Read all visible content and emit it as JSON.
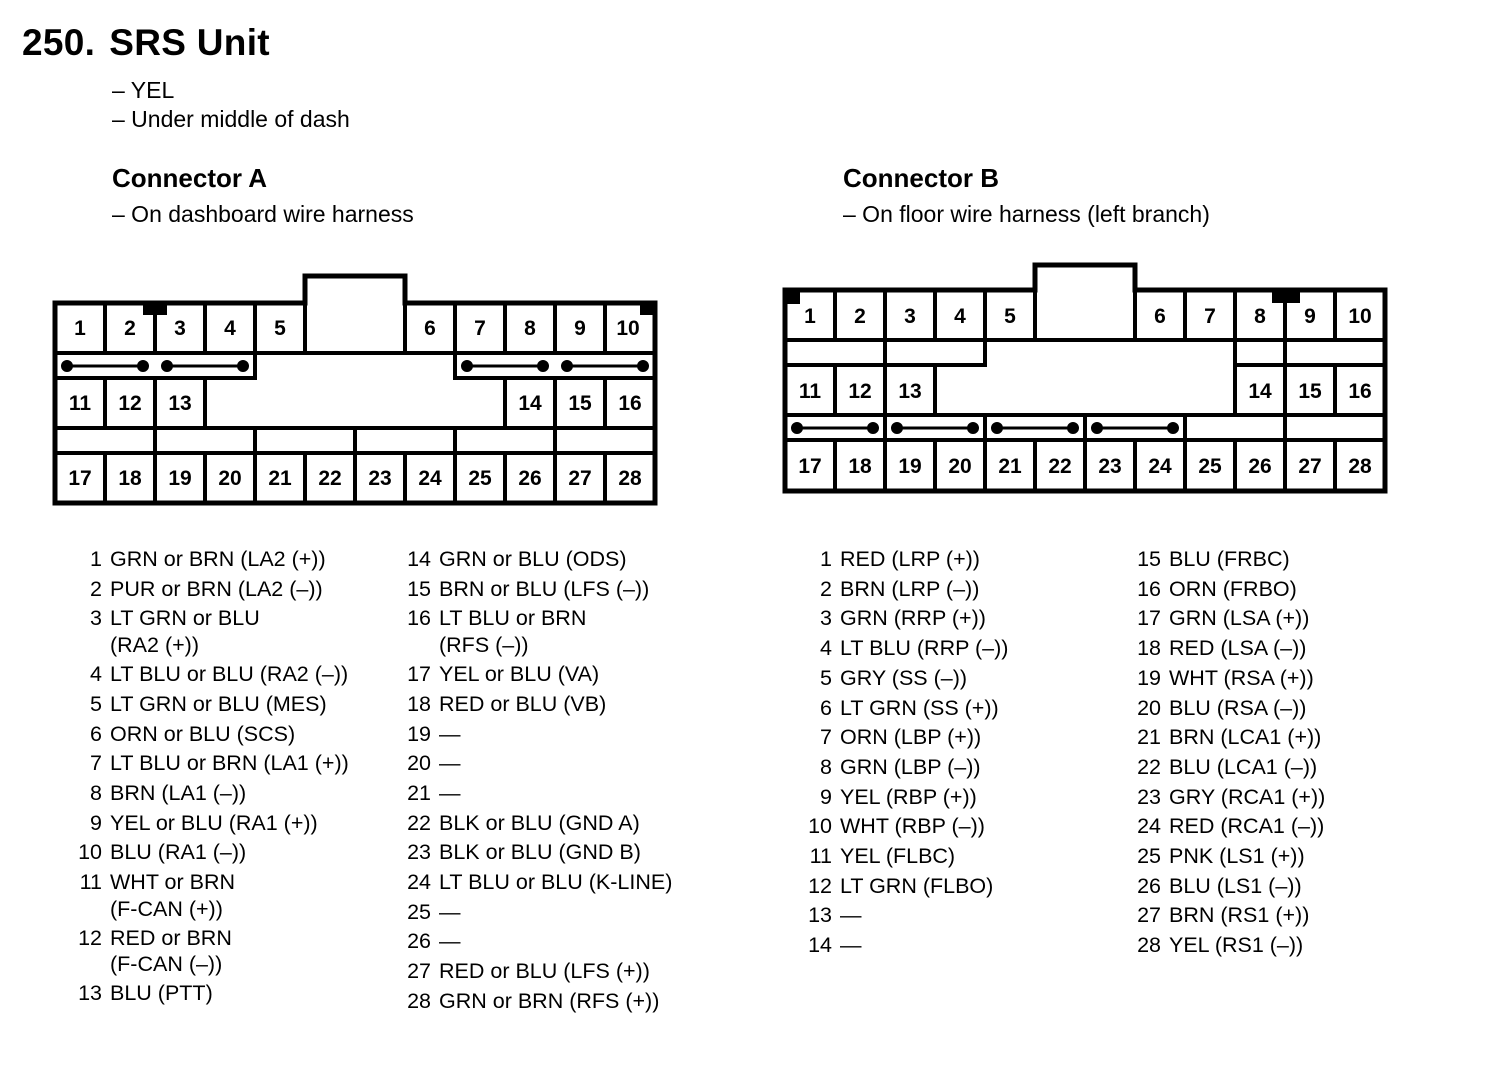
{
  "page": {
    "number": "250.",
    "title": "SRS Unit",
    "info": [
      "– YEL",
      "– Under middle of dash"
    ]
  },
  "connector_a": {
    "title": "Connector A",
    "location": "– On dashboard wire harness",
    "pins": [
      {
        "n": "1",
        "text": "GRN or BRN (LA2 (+))"
      },
      {
        "n": "2",
        "text": "PUR or BRN (LA2 (–))"
      },
      {
        "n": "3",
        "text": "LT GRN or BLU",
        "cont": "(RA2 (+))"
      },
      {
        "n": "4",
        "text": "LT BLU or BLU (RA2 (–))"
      },
      {
        "n": "5",
        "text": "LT GRN or BLU (MES)"
      },
      {
        "n": "6",
        "text": "ORN or BLU (SCS)"
      },
      {
        "n": "7",
        "text": "LT BLU or BRN (LA1 (+))"
      },
      {
        "n": "8",
        "text": "BRN (LA1 (–))"
      },
      {
        "n": "9",
        "text": "YEL or BLU (RA1 (+))"
      },
      {
        "n": "10",
        "text": "BLU (RA1 (–))"
      },
      {
        "n": "11",
        "text": "WHT or BRN",
        "cont": "(F-CAN (+))"
      },
      {
        "n": "12",
        "text": "RED or BRN",
        "cont": "(F-CAN (–))"
      },
      {
        "n": "13",
        "text": "BLU (PTT)"
      },
      {
        "n": "14",
        "text": "GRN or BLU (ODS)"
      },
      {
        "n": "15",
        "text": "BRN or BLU (LFS (–))"
      },
      {
        "n": "16",
        "text": "LT BLU or BRN",
        "cont": "(RFS (–))"
      },
      {
        "n": "17",
        "text": "YEL or BLU (VA)"
      },
      {
        "n": "18",
        "text": "RED or BLU (VB)"
      },
      {
        "n": "19",
        "text": "—"
      },
      {
        "n": "20",
        "text": "—"
      },
      {
        "n": "21",
        "text": "—"
      },
      {
        "n": "22",
        "text": "BLK or BLU (GND A)"
      },
      {
        "n": "23",
        "text": "BLK or BLU (GND B)"
      },
      {
        "n": "24",
        "text": "LT BLU or BLU (K-LINE)"
      },
      {
        "n": "25",
        "text": "—"
      },
      {
        "n": "26",
        "text": "—"
      },
      {
        "n": "27",
        "text": "RED or BLU (LFS (+))"
      },
      {
        "n": "28",
        "text": "GRN or BRN (RFS (+))"
      }
    ]
  },
  "connector_b": {
    "title": "Connector B",
    "location": "– On floor wire harness (left branch)",
    "pins": [
      {
        "n": "1",
        "text": "RED (LRP (+))"
      },
      {
        "n": "2",
        "text": "BRN (LRP (–))"
      },
      {
        "n": "3",
        "text": "GRN (RRP (+))"
      },
      {
        "n": "4",
        "text": "LT BLU (RRP (–))"
      },
      {
        "n": "5",
        "text": "GRY (SS (–))"
      },
      {
        "n": "6",
        "text": "LT GRN (SS (+))"
      },
      {
        "n": "7",
        "text": "ORN (LBP (+))"
      },
      {
        "n": "8",
        "text": "GRN (LBP (–))"
      },
      {
        "n": "9",
        "text": "YEL (RBP (+))"
      },
      {
        "n": "10",
        "text": "WHT (RBP (–))"
      },
      {
        "n": "11",
        "text": "YEL (FLBC)"
      },
      {
        "n": "12",
        "text": "LT GRN (FLBO)"
      },
      {
        "n": "13",
        "text": "—"
      },
      {
        "n": "14",
        "text": "—"
      },
      {
        "n": "15",
        "text": "BLU (FRBC)"
      },
      {
        "n": "16",
        "text": "ORN (FRBO)"
      },
      {
        "n": "17",
        "text": "GRN (LSA (+))"
      },
      {
        "n": "18",
        "text": "RED (LSA (–))"
      },
      {
        "n": "19",
        "text": "WHT (RSA (+))"
      },
      {
        "n": "20",
        "text": "BLU (RSA (–))"
      },
      {
        "n": "21",
        "text": "BRN (LCA1 (+))"
      },
      {
        "n": "22",
        "text": "BLU (LCA1 (–))"
      },
      {
        "n": "23",
        "text": "GRY (RCA1 (+))"
      },
      {
        "n": "24",
        "text": "RED (RCA1 (–))"
      },
      {
        "n": "25",
        "text": "PNK (LS1 (+))"
      },
      {
        "n": "26",
        "text": "BLU (LS1 (–))"
      },
      {
        "n": "27",
        "text": "BRN (RS1 (+))"
      },
      {
        "n": "28",
        "text": "YEL (RS1 (–))"
      }
    ]
  }
}
